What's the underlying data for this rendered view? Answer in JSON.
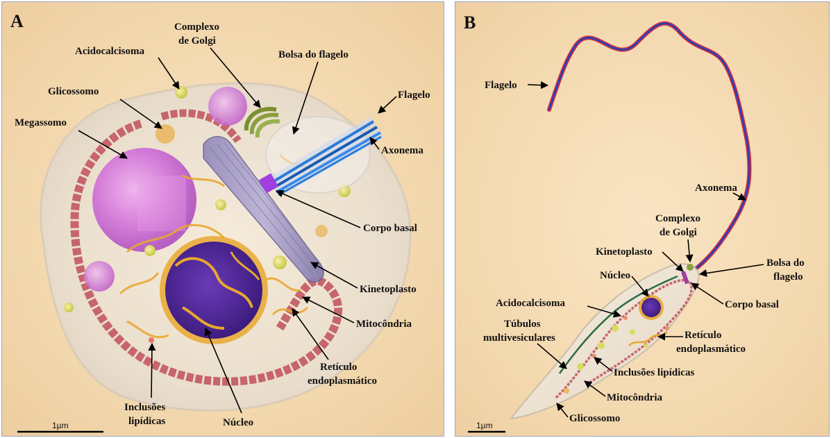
{
  "panel_a": {
    "letter": "A",
    "labels": {
      "acidocalcisoma": "Acidocalcisoma",
      "golgi_1": "Complexo",
      "golgi_2": "de Golgi",
      "bolsa": "Bolsa do flagelo",
      "flagelo": "Flagelo",
      "glicossomo": "Glicossomo",
      "megassomo": "Megassomo",
      "axonema": "Axonema",
      "corpo_basal": "Corpo basal",
      "kinetoplasto": "Kinetoplasto",
      "mitocondria": "Mitocôndria",
      "reticulo_1": "Retículo",
      "reticulo_2": "endoplasmático",
      "inclusoes_1": "Inclusões",
      "inclusoes_2": "lipídicas",
      "nucleo": "Núcleo"
    },
    "scale": "1µm"
  },
  "panel_b": {
    "letter": "B",
    "labels": {
      "flagelo": "Flagelo",
      "axonema": "Axonema",
      "golgi_1": "Complexo",
      "golgi_2": "de Golgi",
      "kinetoplasto": "Kinetoplasto",
      "bolsa_1": "Bolsa do",
      "bolsa_2": "flagelo",
      "nucleo": "Núcleo",
      "acidocalcisoma": "Acidocalcisoma",
      "corpo_basal": "Corpo basal",
      "tubulos_1": "Túbulos",
      "tubulos_2": "multivesiculares",
      "reticulo_1": "Retículo",
      "reticulo_2": "endoplasmático",
      "inclusoes": "Inclusões lipídicas",
      "mitocondria": "Mitocôndria",
      "glicossomo": "Glicossomo"
    },
    "scale": "1µm"
  },
  "colors": {
    "background": "#f3d8ae",
    "mitochondria": "#c0505a",
    "megasome": "#d070d8",
    "nucleus": "#4a2a8a",
    "er": "#e8a830",
    "golgi": "#8aa040",
    "axoneme": "#2a7ad8",
    "flagellum_red": "#d03040",
    "flagellum_blue": "#2040c0",
    "glycosome": "#d8dc60"
  }
}
